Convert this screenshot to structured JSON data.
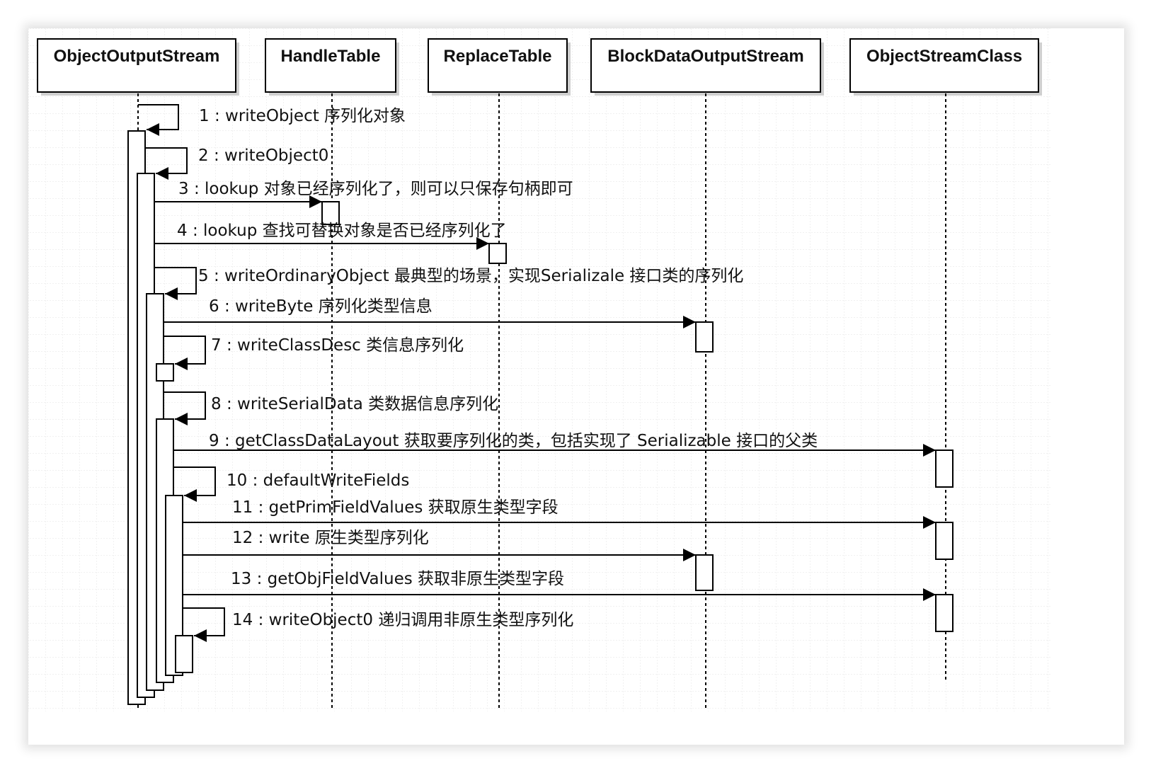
{
  "lifelines": [
    {
      "id": "oos",
      "title": "ObjectOutputStream"
    },
    {
      "id": "ht",
      "title": "HandleTable"
    },
    {
      "id": "rt",
      "title": "ReplaceTable"
    },
    {
      "id": "bdos",
      "title": "BlockDataOutputStream"
    },
    {
      "id": "osc",
      "title": "ObjectStreamClass"
    }
  ],
  "messages": [
    {
      "num": 1,
      "label": "1 : writeObject 序列化对象"
    },
    {
      "num": 2,
      "label": "2 : writeObject0"
    },
    {
      "num": 3,
      "label": "3 : lookup 对象已经序列化了，则可以只保存句柄即可"
    },
    {
      "num": 4,
      "label": "4 : lookup 查找可替换对象是否已经序列化了"
    },
    {
      "num": 5,
      "label": "5 : writeOrdinaryObject 最典型的场景，实现Serializale 接口类的序列化"
    },
    {
      "num": 6,
      "label": "6 : writeByte 序列化类型信息"
    },
    {
      "num": 7,
      "label": "7 : writeClassDesc 类信息序列化"
    },
    {
      "num": 8,
      "label": "8 : writeSerialData 类数据信息序列化"
    },
    {
      "num": 9,
      "label": "9 : getClassDataLayout 获取要序列化的类，包括实现了 Serializable 接口的父类"
    },
    {
      "num": 10,
      "label": "10 : defaultWriteFields"
    },
    {
      "num": 11,
      "label": "11 : getPrimFieldValues 获取原生类型字段"
    },
    {
      "num": 12,
      "label": "12 : write 原生类型序列化"
    },
    {
      "num": 13,
      "label": "13 : getObjFieldValues 获取非原生类型字段"
    },
    {
      "num": 14,
      "label": "14 : writeObject0 递归调用非原生类型序列化"
    }
  ],
  "colors": {
    "line": "#000000",
    "grid": "#e3e3e3",
    "text": "#111111"
  }
}
